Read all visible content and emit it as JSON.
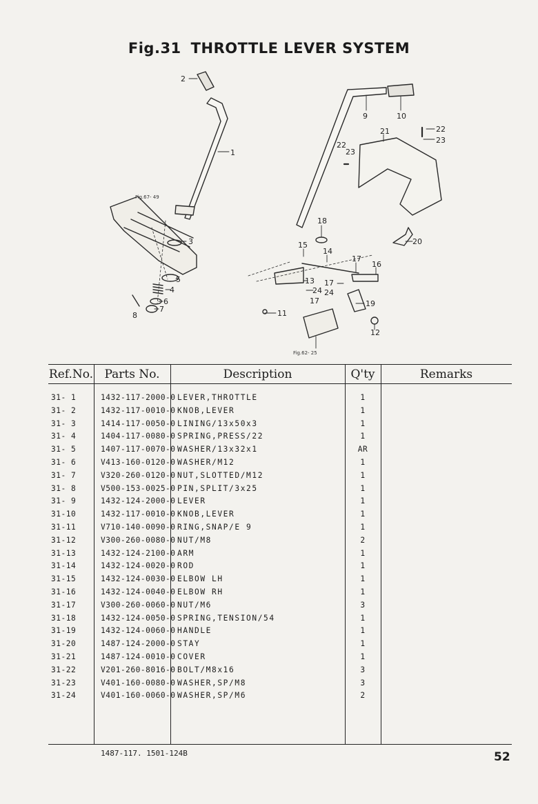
{
  "page": {
    "figure_number": "Fig.31",
    "figure_title": "THROTTLE LEVER SYSTEM",
    "footer_code": "1487-117. 1501-124B",
    "page_number": "52"
  },
  "diagram": {
    "callouts": [
      "1",
      "2",
      "3",
      "4",
      "5",
      "6",
      "7",
      "8",
      "9",
      "10",
      "11",
      "12",
      "13",
      "14",
      "15",
      "16",
      "17",
      "18",
      "19",
      "20",
      "21",
      "22",
      "23",
      "24"
    ],
    "refs": [
      "Fig.67- 49",
      "Fig.62- 25"
    ]
  },
  "table": {
    "headers": {
      "ref": "Ref.No.",
      "part": "Parts  No.",
      "desc": "Description",
      "qty": "Q'ty",
      "remarks": "Remarks"
    },
    "rows": [
      {
        "ref": "31- 1",
        "part": "1432-117-2000-0",
        "desc": "LEVER,THROTTLE",
        "qty": "1"
      },
      {
        "ref": "31- 2",
        "part": "1432-117-0010-0",
        "desc": "KNOB,LEVER",
        "qty": "1"
      },
      {
        "ref": "31- 3",
        "part": "1414-117-0050-0",
        "desc": "LINING/13x50x3",
        "qty": "1"
      },
      {
        "ref": "31- 4",
        "part": "1404-117-0080-0",
        "desc": "SPRING,PRESS/22",
        "qty": "1"
      },
      {
        "ref": "31- 5",
        "part": "1407-117-0070-0",
        "desc": "WASHER/13x32x1",
        "qty": "AR"
      },
      {
        "ref": "31- 6",
        "part": "V413-160-0120-0",
        "desc": "WASHER/M12",
        "qty": "1"
      },
      {
        "ref": "31- 7",
        "part": "V320-260-0120-0",
        "desc": "NUT,SLOTTED/M12",
        "qty": "1"
      },
      {
        "ref": "31- 8",
        "part": "V500-153-0025-0",
        "desc": "PIN,SPLIT/3x25",
        "qty": "1"
      },
      {
        "ref": "31- 9",
        "part": "1432-124-2000-0",
        "desc": "LEVER",
        "qty": "1"
      },
      {
        "ref": "31-10",
        "part": "1432-117-0010-0",
        "desc": "KNOB,LEVER",
        "qty": "1"
      },
      {
        "ref": "31-11",
        "part": "V710-140-0090-0",
        "desc": "RING,SNAP/E 9",
        "qty": "1"
      },
      {
        "ref": "31-12",
        "part": "V300-260-0080-0",
        "desc": "NUT/M8",
        "qty": "2"
      },
      {
        "ref": "31-13",
        "part": "1432-124-2100-0",
        "desc": "ARM",
        "qty": "1"
      },
      {
        "ref": "31-14",
        "part": "1432-124-0020-0",
        "desc": "ROD",
        "qty": "1"
      },
      {
        "ref": "31-15",
        "part": "1432-124-0030-0",
        "desc": "ELBOW LH",
        "qty": "1"
      },
      {
        "ref": "31-16",
        "part": "1432-124-0040-0",
        "desc": "ELBOW RH",
        "qty": "1"
      },
      {
        "ref": "31-17",
        "part": "V300-260-0060-0",
        "desc": "NUT/M6",
        "qty": "3"
      },
      {
        "ref": "31-18",
        "part": "1432-124-0050-0",
        "desc": "SPRING,TENSION/54",
        "qty": "1"
      },
      {
        "ref": "31-19",
        "part": "1432-124-0060-0",
        "desc": "HANDLE",
        "qty": "1"
      },
      {
        "ref": "31-20",
        "part": "1487-124-2000-0",
        "desc": "STAY",
        "qty": "1"
      },
      {
        "ref": "31-21",
        "part": "1487-124-0010-0",
        "desc": "COVER",
        "qty": "1"
      },
      {
        "ref": "31-22",
        "part": "V201-260-8016-0",
        "desc": "BOLT/M8x16",
        "qty": "3"
      },
      {
        "ref": "31-23",
        "part": "V401-160-0080-0",
        "desc": "WASHER,SP/M8",
        "qty": "3"
      },
      {
        "ref": "31-24",
        "part": "V401-160-0060-0",
        "desc": "WASHER,SP/M6",
        "qty": "2"
      }
    ]
  }
}
